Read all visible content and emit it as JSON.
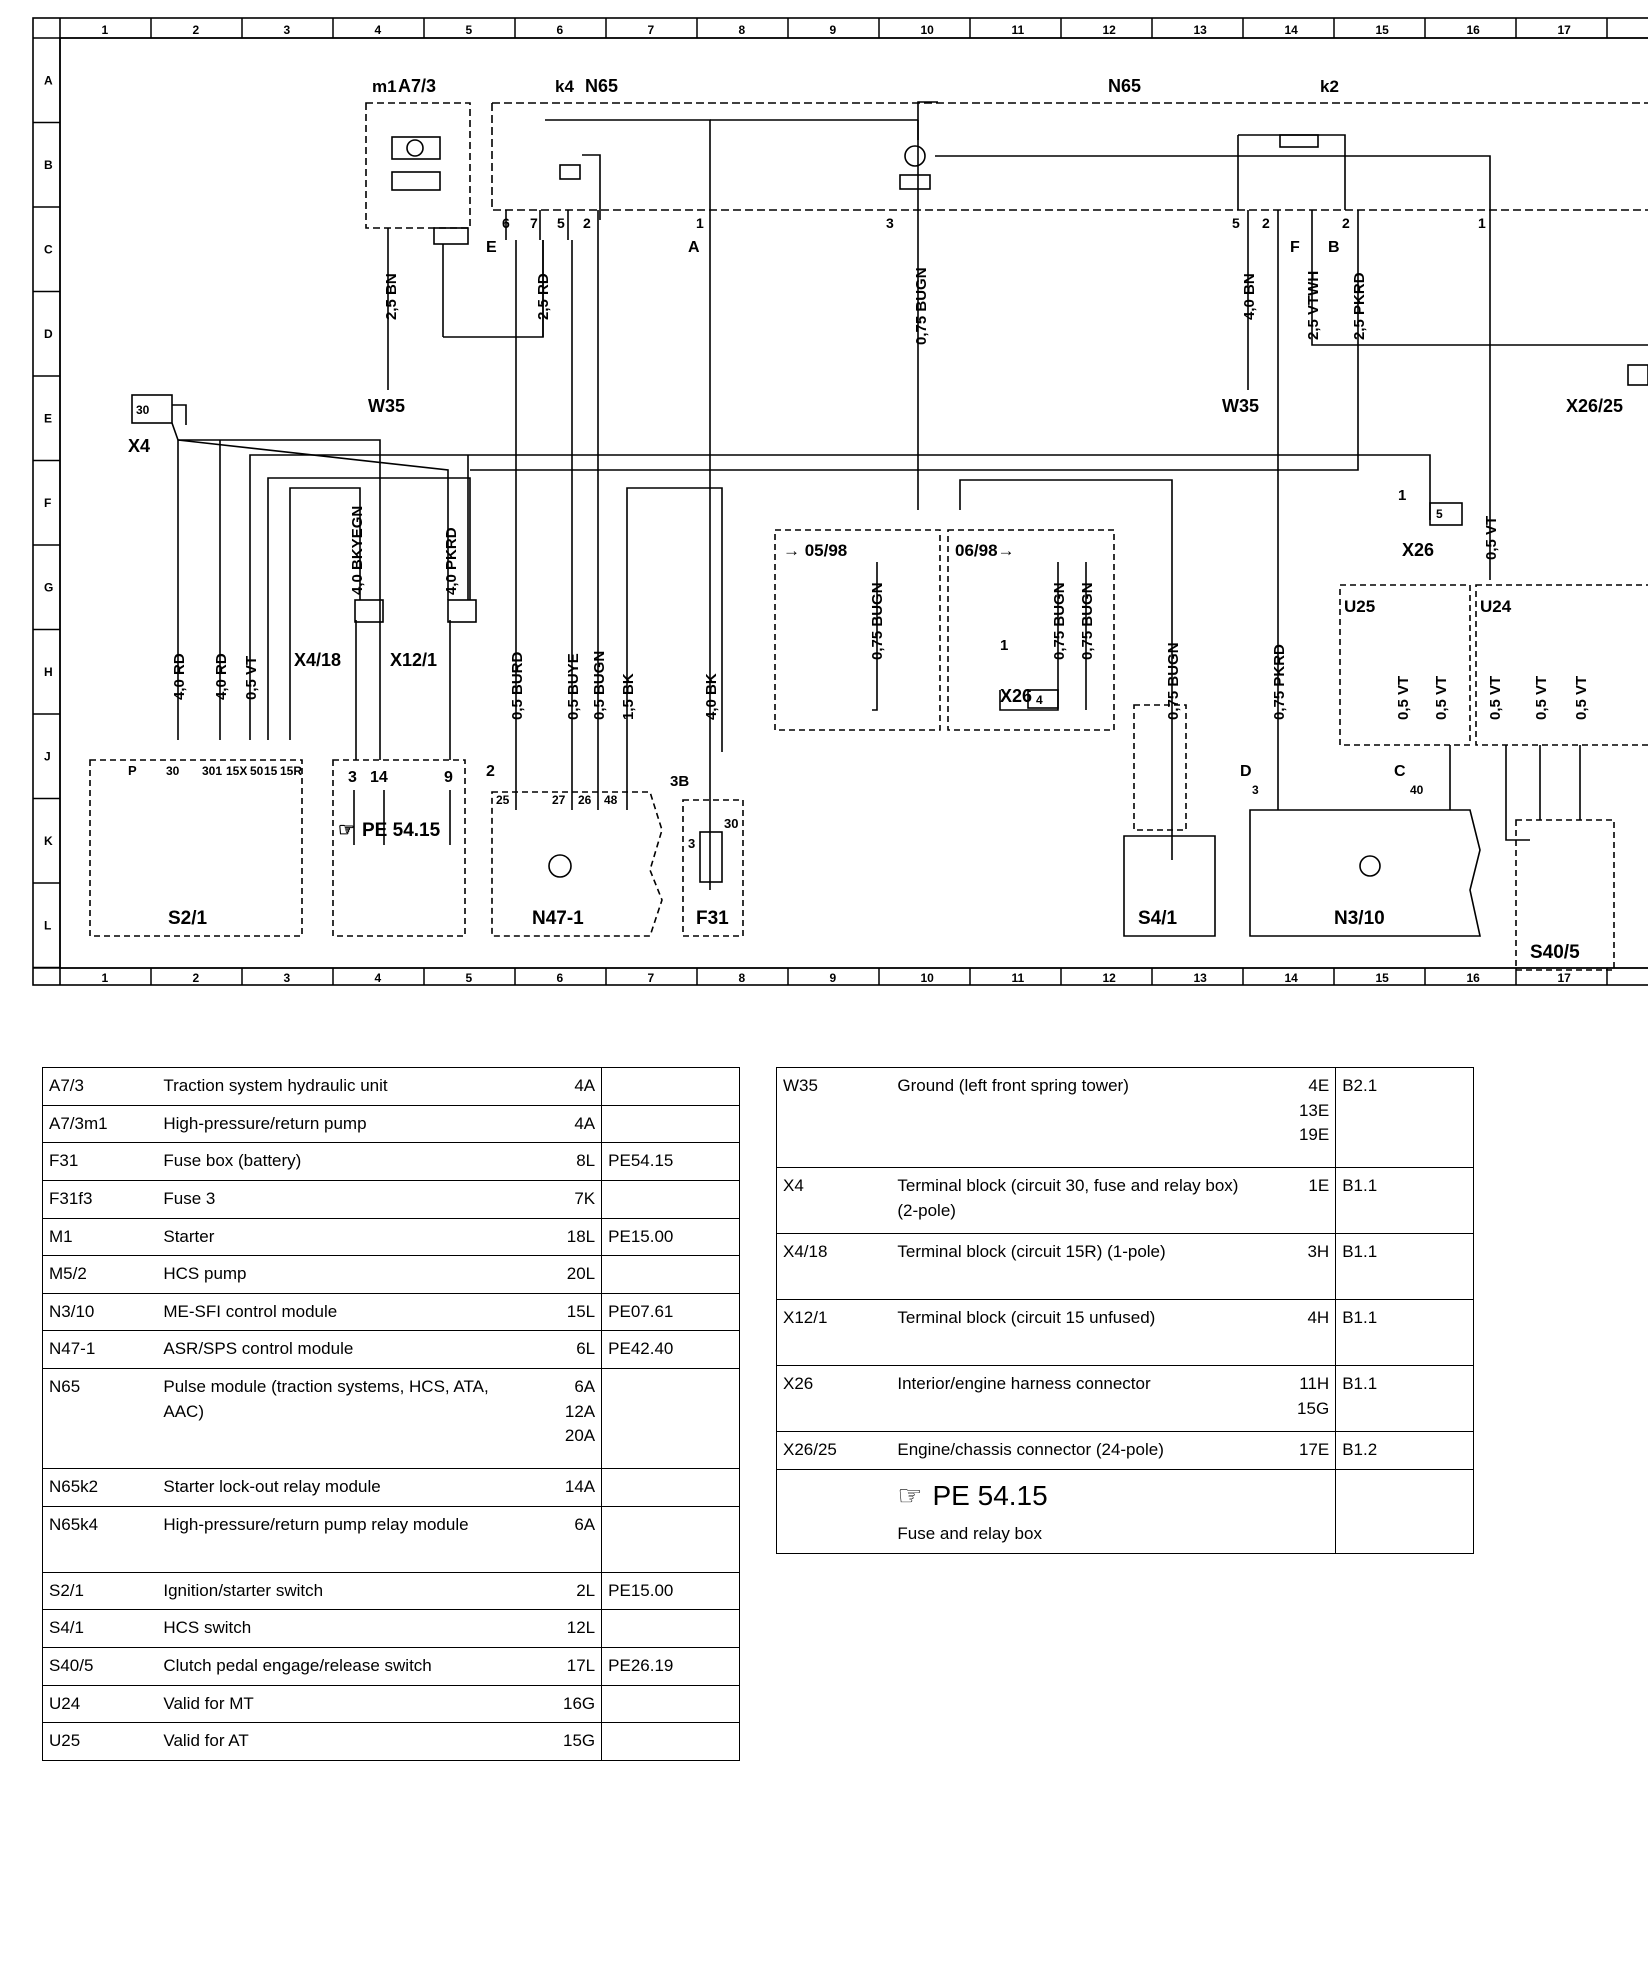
{
  "grid": {
    "columns": [
      "1",
      "2",
      "3",
      "4",
      "5",
      "6",
      "7",
      "8",
      "9",
      "10",
      "11",
      "12",
      "13",
      "14",
      "15",
      "16",
      "17"
    ],
    "rows": [
      "A",
      "B",
      "C",
      "D",
      "E",
      "F",
      "G",
      "H",
      "J",
      "K",
      "L"
    ]
  },
  "diagram": {
    "components": {
      "a7_3": "A7/3",
      "m1": "m1",
      "k4": "k4",
      "n65_left": "N65",
      "n65_right": "N65",
      "k2": "k2",
      "x4": "X4",
      "x4_18": "X4/18",
      "x12_1": "X12/1",
      "w35_left": "W35",
      "w35_right": "W35",
      "x26_25": "X26/25",
      "x26_mid": "X26",
      "x26_right": "X26",
      "s2_1": "S2/1",
      "n47_1": "N47-1",
      "f31": "F31",
      "s4_1": "S4/1",
      "n3_10": "N3/10",
      "s40_5": "S40/5",
      "u25": "U25",
      "u24": "U24",
      "d0598": "→ 05/98",
      "d0698": "06/98→",
      "pe_ref": "PE 54.15"
    },
    "wires": {
      "w_25bn": "2,5 BN",
      "w_25rd": "2,5 RD",
      "w_075bugn": "0,75 BUGN",
      "w_40bn": "4,0 BN",
      "w_25vtwh": "2,5 VTWH",
      "w_25pkrd": "2,5 PKRD",
      "w_40rd_a": "4,0 RD",
      "w_40rd_b": "4,0 RD",
      "w_05vt": "0,5 VT",
      "w_40bkyegn": "4,0 BKYEGN",
      "w_40pkrd": "4,0 PKRD",
      "w_05burd": "0,5 BURD",
      "w_05buye": "0,5 BUYE",
      "w_05bugn": "0,5 BUGN",
      "w_15bk": "1,5 BK",
      "w_40bk": "4,0 BK",
      "w_075bugn_d1": "0,75 BUGN",
      "w_075bugn_d2": "0,75 BUGN",
      "w_075bugn_d3": "0,75 BUGN",
      "w_075bugn_s4": "0,75 BUGN",
      "w_075pkrd": "0,75 PKRD",
      "w_u25a": "0,5 VT",
      "w_u25b": "0,5 VT",
      "w_u24a": "0,5 VT",
      "w_u24b": "0,5 VT",
      "w_u24c": "0,5 VT",
      "w_x26vt": "0,5 VT"
    },
    "pins": {
      "p6": "6",
      "p7": "7",
      "p5": "5",
      "p2": "2",
      "p1": "1",
      "p3": "3",
      "p5r": "5",
      "p2r": "2",
      "p2r2": "2",
      "p1r": "1",
      "e": "E",
      "a": "A",
      "f": "F",
      "b": "B",
      "s2_30": "30",
      "s2_301": "301",
      "s2_15x": "15X",
      "s2_50": "50",
      "s2_15": "15",
      "s2_15r": "15R",
      "s2_p": "P",
      "n47_25": "25",
      "n47_27": "27",
      "n47_26": "26",
      "n47_48": "48",
      "n47_2": "2",
      "pe_3": "3",
      "pe_14": "14",
      "pe_9": "9",
      "f31_3b": "3B",
      "f31_3": "3",
      "f31_30": "30",
      "n3_d": "D",
      "n3_c": "C",
      "n3_3": "3",
      "n3_40": "40",
      "x4_30": "30",
      "x26_1": "1",
      "x26_5": "5",
      "x26m_1": "1",
      "x26m_4": "4"
    }
  },
  "legend_left": [
    {
      "code": "A7/3",
      "desc": "Traction system hydraulic unit",
      "loc": [
        "4A"
      ],
      "ref": ""
    },
    {
      "code": "A7/3m1",
      "desc": "High-pressure/return pump",
      "loc": [
        "4A"
      ],
      "ref": ""
    },
    {
      "code": "F31",
      "desc": "Fuse box (battery)",
      "loc": [
        "8L"
      ],
      "ref": "PE54.15"
    },
    {
      "code": "F31f3",
      "desc": "Fuse 3",
      "loc": [
        "7K"
      ],
      "ref": ""
    },
    {
      "code": "M1",
      "desc": "Starter",
      "loc": [
        "18L"
      ],
      "ref": "PE15.00"
    },
    {
      "code": "M5/2",
      "desc": "HCS pump",
      "loc": [
        "20L"
      ],
      "ref": ""
    },
    {
      "code": "N3/10",
      "desc": "ME-SFI control module",
      "loc": [
        "15L"
      ],
      "ref": "PE07.61"
    },
    {
      "code": "N47-1",
      "desc": "ASR/SPS control module",
      "loc": [
        "6L"
      ],
      "ref": "PE42.40"
    },
    {
      "code": "N65",
      "desc": "Pulse module (traction systems, HCS, ATA, AAC)",
      "loc": [
        "6A",
        "12A",
        "20A"
      ],
      "ref": ""
    },
    {
      "code": "N65k2",
      "desc": "Starter lock-out relay module",
      "loc": [
        "14A"
      ],
      "ref": ""
    },
    {
      "code": "N65k4",
      "desc": "High-pressure/return pump relay module",
      "loc": [
        "6A"
      ],
      "ref": ""
    },
    {
      "code": "S2/1",
      "desc": "Ignition/starter switch",
      "loc": [
        "2L"
      ],
      "ref": "PE15.00"
    },
    {
      "code": "S4/1",
      "desc": "HCS switch",
      "loc": [
        "12L"
      ],
      "ref": ""
    },
    {
      "code": "S40/5",
      "desc": "Clutch pedal engage/release switch",
      "loc": [
        "17L"
      ],
      "ref": "PE26.19"
    },
    {
      "code": "U24",
      "desc": "Valid for MT",
      "loc": [
        "16G"
      ],
      "ref": ""
    },
    {
      "code": "U25",
      "desc": "Valid for AT",
      "loc": [
        "15G"
      ],
      "ref": ""
    }
  ],
  "legend_right": [
    {
      "code": "W35",
      "desc": "Ground (left front spring tower)",
      "loc": [
        "4E",
        "13E",
        "19E"
      ],
      "ref": "B2.1"
    },
    {
      "code": "X4",
      "desc": "Terminal block (circuit 30, fuse and relay box) (2-pole)",
      "loc": [
        "1E"
      ],
      "ref": "B1.1"
    },
    {
      "code": "X4/18",
      "desc": "Terminal block (circuit 15R) (1-pole)",
      "loc": [
        "3H"
      ],
      "ref": "B1.1"
    },
    {
      "code": "X12/1",
      "desc": "Terminal block (circuit 15 unfused)",
      "loc": [
        "4H"
      ],
      "ref": "B1.1"
    },
    {
      "code": "X26",
      "desc": "Interior/engine harness connector",
      "loc": [
        "11H",
        "15G"
      ],
      "ref": "B1.1"
    },
    {
      "code": "X26/25",
      "desc": "Engine/chassis connector (24-pole)",
      "loc": [
        "17E"
      ],
      "ref": "B1.2"
    }
  ],
  "legend_note": {
    "icon": "pointing-hand-icon",
    "symbol": "☞",
    "ref": "PE 54.15",
    "desc": "Fuse and relay box"
  }
}
